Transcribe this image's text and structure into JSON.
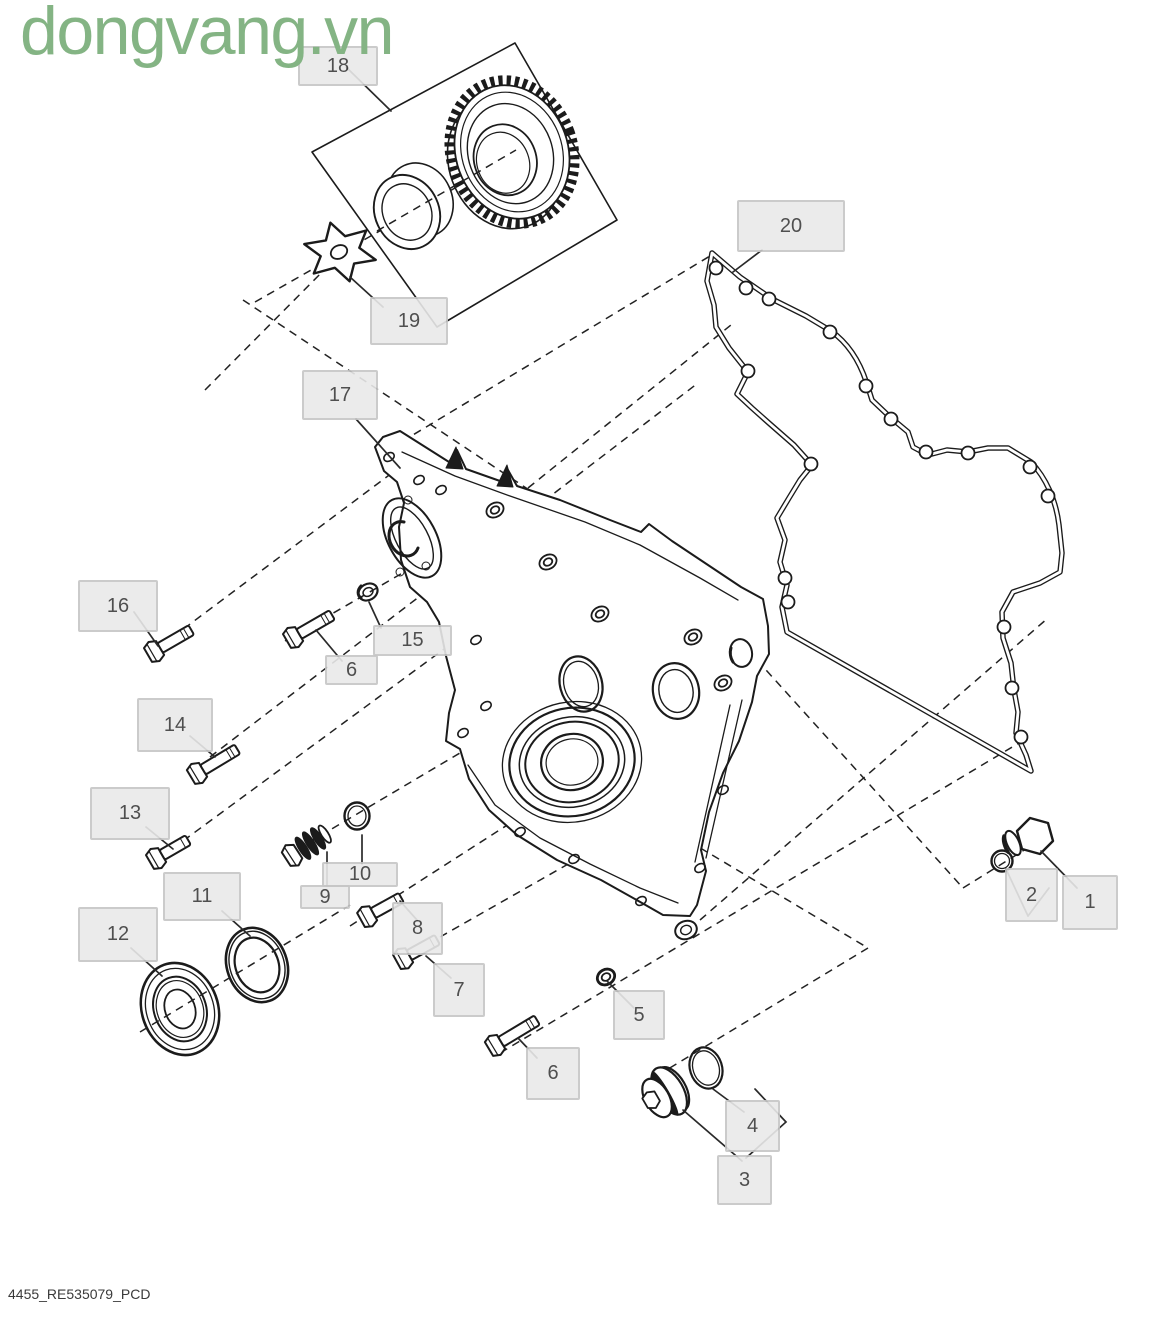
{
  "watermark": {
    "text": "dongvang.vn"
  },
  "footer": {
    "doc_code": "4455_RE535079_PCD"
  },
  "colors": {
    "line": "#1b1b1b",
    "label_bg": "#e9e9e9",
    "label_border": "#c6c6c6",
    "label_text": "#3c3c3c",
    "watermark_green": "#84b484"
  },
  "diagram": {
    "type": "exploded-parts-diagram",
    "callouts": {
      "1": "1",
      "2": "2",
      "3": "3",
      "4": "4",
      "5": "5",
      "6": "6",
      "7": "7",
      "8": "8",
      "9": "9",
      "10": "10",
      "11": "11",
      "12": "12",
      "13": "13",
      "14": "14",
      "15": "15",
      "16": "16",
      "17": "17",
      "18": "18",
      "19": "19",
      "20": "20"
    }
  }
}
